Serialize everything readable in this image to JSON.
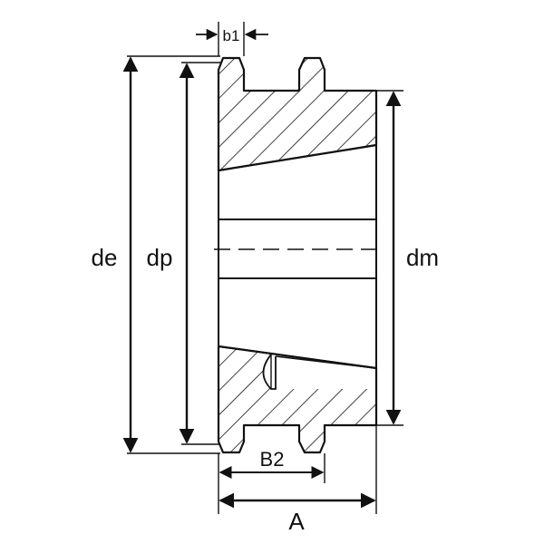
{
  "labels": {
    "b1": "b1",
    "de": "de",
    "dp": "dp",
    "dm": "dm",
    "B2": "B2",
    "A": "A"
  },
  "colors": {
    "line": "#111111",
    "background": "#ffffff"
  }
}
